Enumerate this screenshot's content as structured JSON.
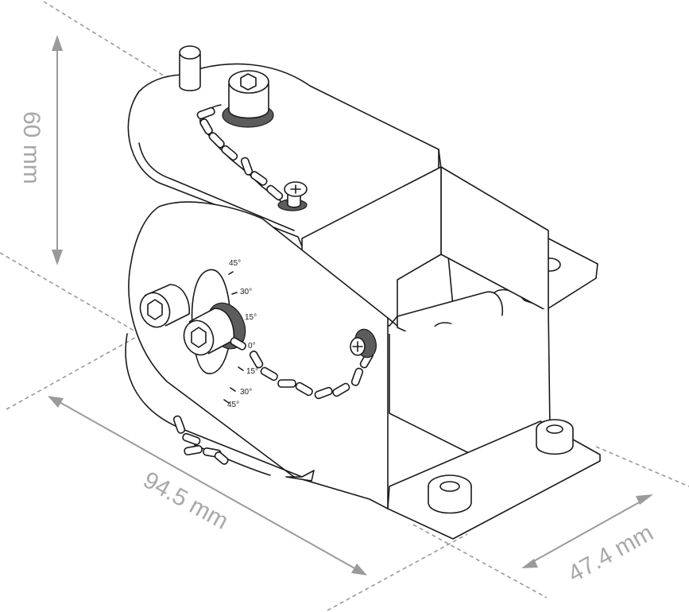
{
  "dimensions": {
    "height": "60 mm",
    "length": "94.5 mm",
    "width": "47.4 mm"
  },
  "angle_scale": {
    "labels": [
      "45°",
      "30°",
      "15°",
      "0°",
      "15°",
      "30°",
      "45°"
    ]
  },
  "colors": {
    "outline": "#1a1a1a",
    "dimension": "#a8a8a8",
    "washer": "#5c5c5c",
    "background": "#ffffff"
  },
  "icons": [
    "ground-screw-icon",
    "ground-screw-icon"
  ]
}
